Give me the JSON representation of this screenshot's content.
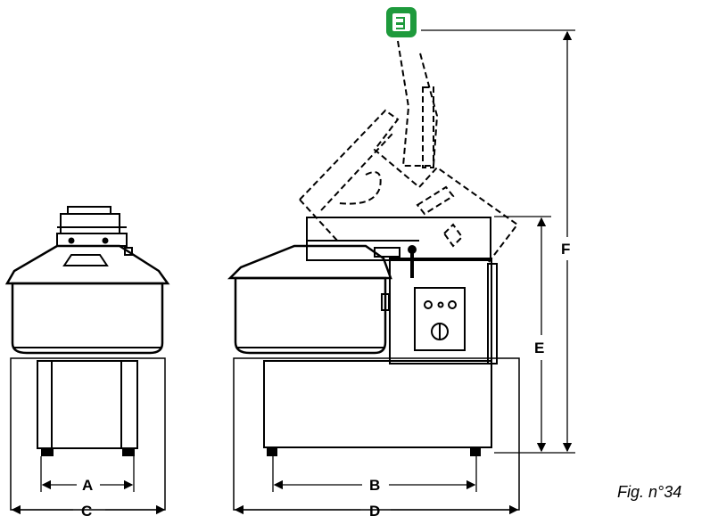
{
  "dimensions": {
    "A": "A",
    "B": "B",
    "C": "C",
    "D": "D",
    "E": "E",
    "F": "F"
  },
  "caption": "Fig. n°34",
  "icons": {
    "badge": "green-m-badge-icon"
  },
  "colors": {
    "line": "#000000",
    "badge": "#1e9a3c"
  }
}
